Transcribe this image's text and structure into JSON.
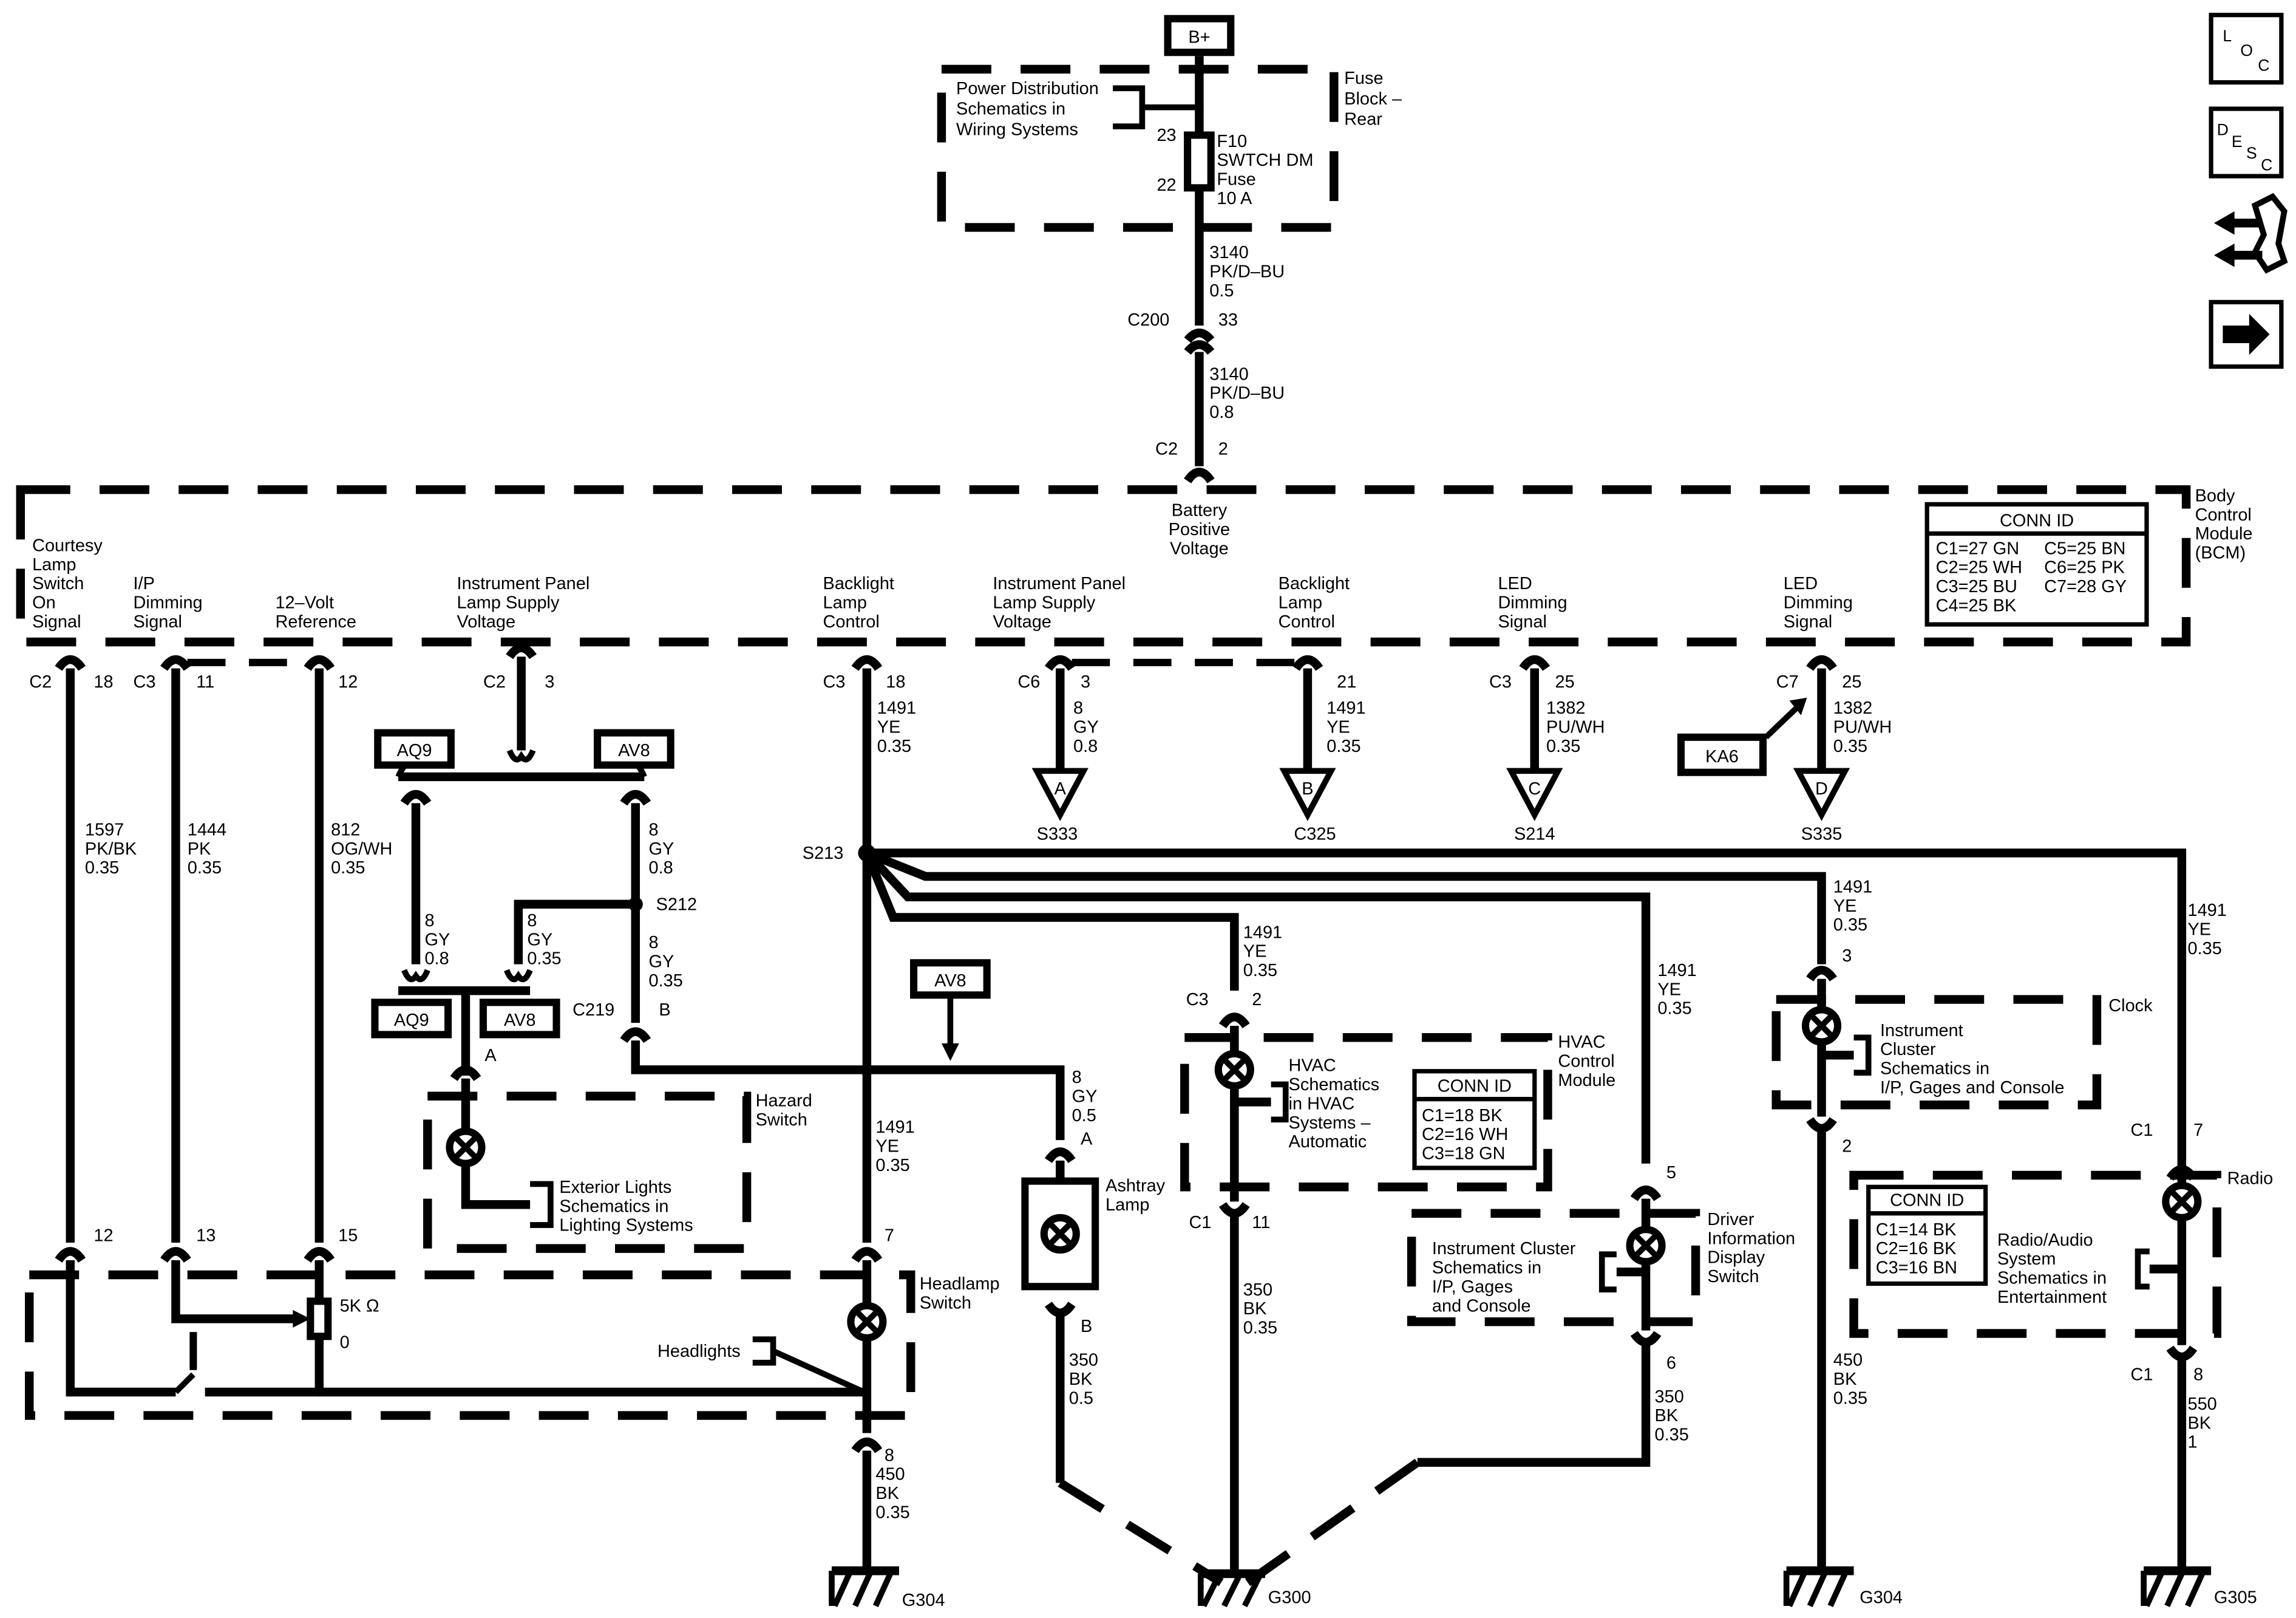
{
  "power": {
    "label": "B+"
  },
  "fuse_block": {
    "title": [
      "Fuse",
      "Block –",
      "Rear"
    ],
    "ref": [
      "Power Distribution",
      "Schematics in",
      "Wiring Systems"
    ],
    "pin_top": "23",
    "pin_bottom": "22",
    "fuse": [
      "F10",
      "SWTCH DM",
      "Fuse",
      "10 A"
    ]
  },
  "feed": {
    "wire1": [
      "3140",
      "PK/D–BU",
      "0.5"
    ],
    "c200": "C200",
    "c200_pin": "33",
    "wire2": [
      "3140",
      "PK/D–BU",
      "0.8"
    ],
    "c2": "C2",
    "c2_pin": "2"
  },
  "bcm": {
    "title": [
      "Body",
      "Control",
      "Module",
      "(BCM)"
    ],
    "battery_label": [
      "Battery",
      "Positive",
      "Voltage"
    ],
    "conn_title": "CONN ID",
    "conn_left": [
      "C1=27 GN",
      "C2=25 WH",
      "C3=25 BU",
      "C4=25 BK"
    ],
    "conn_right": [
      "C5=25 BN",
      "C6=25 PK",
      "C7=28 GY"
    ],
    "outputs": [
      {
        "label": [
          "Courtesy",
          "Lamp",
          "Switch",
          "On",
          "Signal"
        ],
        "conn": "C2",
        "pin": "18"
      },
      {
        "label": [
          "I/P",
          "Dimming",
          "Signal"
        ],
        "conn": "C3",
        "pin": "11"
      },
      {
        "label": [
          "12–Volt",
          "Reference"
        ],
        "conn": "",
        "pin": "12"
      },
      {
        "label": [
          "Instrument Panel",
          "Lamp Supply",
          "Voltage"
        ],
        "conn": "C2",
        "pin": "3"
      },
      {
        "label": [
          "Backlight",
          "Lamp",
          "Control"
        ],
        "conn": "C3",
        "pin": "18"
      },
      {
        "label": [
          "Instrument Panel",
          "Lamp Supply",
          "Voltage"
        ],
        "conn": "C6",
        "pin": "3"
      },
      {
        "label": [
          "Backlight",
          "Lamp",
          "Control"
        ],
        "conn": "",
        "pin": "21"
      },
      {
        "label": [
          "LED",
          "Dimming",
          "Signal"
        ],
        "conn": "C3",
        "pin": "25"
      },
      {
        "label": [
          "LED",
          "Dimming",
          "Signal"
        ],
        "conn": "C7",
        "pin": "25"
      }
    ]
  },
  "wires": {
    "w1597": [
      "1597",
      "PK/BK",
      "0.35"
    ],
    "w1444": [
      "1444",
      "PK",
      "0.35"
    ],
    "w812": [
      "812",
      "OG/WH",
      "0.35"
    ],
    "w1491_main": [
      "1491",
      "YE",
      "0.35"
    ],
    "w8_a": [
      "8",
      "GY",
      "0.8"
    ],
    "w1491_b": [
      "1491",
      "YE",
      "0.35"
    ],
    "w1382_c": [
      "1382",
      "PU/WH",
      "0.35"
    ],
    "w1382_d": [
      "1382",
      "PU/WH",
      "0.35"
    ],
    "w8_gy08_r": [
      "8",
      "GY",
      "0.8"
    ],
    "w8_gy08_l": [
      "8",
      "GY",
      "0.8"
    ],
    "w8_gy035_l": [
      "8",
      "GY",
      "0.35"
    ],
    "w8_gy035_r": [
      "8",
      "GY",
      "0.35"
    ],
    "w1491_hvac": [
      "1491",
      "YE",
      "0.35"
    ],
    "w1491_dic": [
      "1491",
      "YE",
      "0.35"
    ],
    "w1491_clock": [
      "1491",
      "YE",
      "0.35"
    ],
    "w1491_radio": [
      "1491",
      "YE",
      "0.35"
    ],
    "w1491_head": [
      "1491",
      "YE",
      "0.35"
    ],
    "w8_ash": [
      "8",
      "GY",
      "0.5"
    ],
    "w350_ash": [
      "350",
      "BK",
      "0.5"
    ],
    "w350_hvac": [
      "350",
      "BK",
      "0.35"
    ],
    "w350_dic": [
      "350",
      "BK",
      "0.35"
    ],
    "w450_clock": [
      "450",
      "BK",
      "0.35"
    ],
    "w550_radio": [
      "550",
      "BK",
      "1"
    ],
    "w450_head": [
      "450",
      "BK",
      "0.35"
    ]
  },
  "options": {
    "aq9": "AQ9",
    "av8": "AV8",
    "ka6": "KA6"
  },
  "splices": {
    "s213": "S213",
    "s212": "S212",
    "c219": "C219",
    "c219_pin": "B"
  },
  "offpage": [
    {
      "letter": "A",
      "ref": "S333"
    },
    {
      "letter": "B",
      "ref": "C325"
    },
    {
      "letter": "C",
      "ref": "S214"
    },
    {
      "letter": "D",
      "ref": "S335"
    }
  ],
  "hazard": {
    "title": [
      "Hazard",
      "Switch"
    ],
    "pin": "A",
    "ref": [
      "Exterior Lights",
      "Schematics in",
      "Lighting Systems"
    ]
  },
  "ashtray": {
    "title": [
      "Ashtray",
      "Lamp"
    ],
    "pin_top": "A",
    "pin_bottom": "B"
  },
  "headlamp": {
    "title": [
      "Headlamp",
      "Switch"
    ],
    "pins": [
      "12",
      "13",
      "15",
      "7",
      "8"
    ],
    "pot_label": "5K Ω",
    "pot_zero": "0",
    "headlights": "Headlights"
  },
  "hvac": {
    "title": [
      "HVAC",
      "Control",
      "Module"
    ],
    "conn_top": "C3",
    "pin_top": "2",
    "conn_bottom": "C1",
    "pin_bottom": "11",
    "ref": [
      "HVAC",
      "Schematics",
      "in HVAC",
      "Systems –",
      "Automatic"
    ],
    "conn_title": "CONN ID",
    "conn": [
      "C1=18 BK",
      "C2=16 WH",
      "C3=18 GN"
    ]
  },
  "dic": {
    "title": [
      "Driver",
      "Information",
      "Display",
      "Switch"
    ],
    "pin_top": "5",
    "pin_bottom": "6",
    "ref": [
      "Instrument Cluster",
      "Schematics in",
      "I/P, Gages",
      "and Console"
    ]
  },
  "clock": {
    "title": "Clock",
    "pin_top": "3",
    "pin_bottom": "2",
    "ref": [
      "Instrument",
      "Cluster",
      "Schematics in",
      "I/P, Gages and Console"
    ]
  },
  "radio": {
    "title": "Radio",
    "conn_top": "C1",
    "pin_top": "7",
    "conn_bottom": "C1",
    "pin_bottom": "8",
    "conn_title": "CONN ID",
    "conn": [
      "C1=14 BK",
      "C2=16 BK",
      "C3=16 BN"
    ],
    "ref": [
      "Radio/Audio",
      "System",
      "Schematics in",
      "Entertainment"
    ]
  },
  "grounds": [
    "G304",
    "G300",
    "G304",
    "G305"
  ],
  "nav_icons": [
    {
      "name": "loc-icon",
      "letters": [
        "L",
        "O",
        "C"
      ]
    },
    {
      "name": "desc-icon",
      "letters": [
        "D",
        "E",
        "S",
        "C"
      ]
    },
    {
      "name": "connector-end-view-icon"
    },
    {
      "name": "next-page-arrow-icon"
    }
  ]
}
